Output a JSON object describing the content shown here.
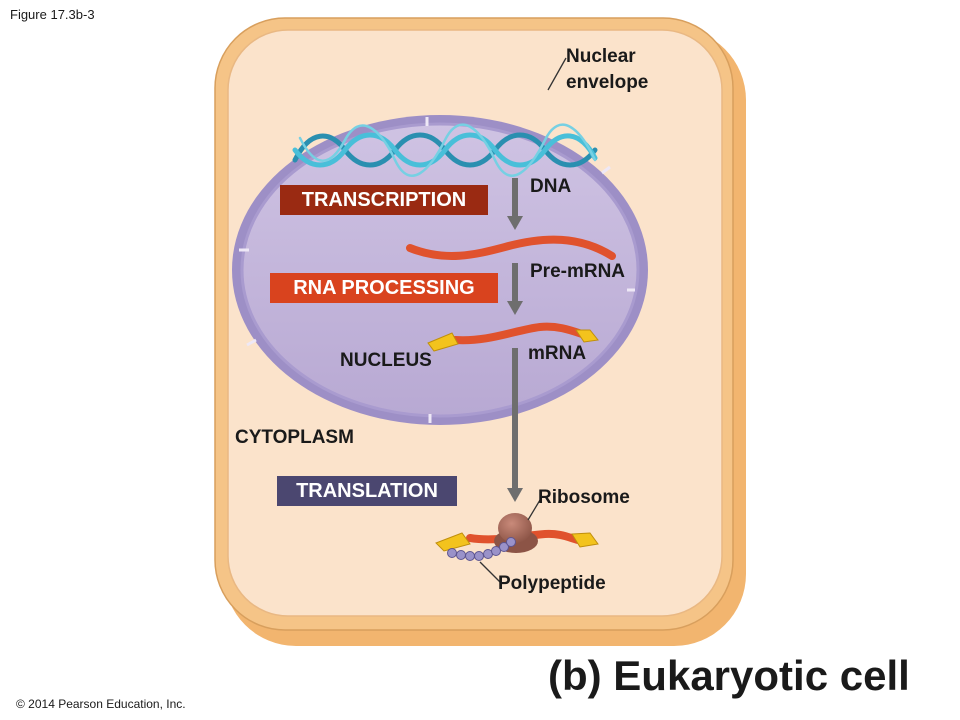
{
  "figure_label": "Figure 17.3b-3",
  "copyright": "© 2014 Pearson Education, Inc.",
  "caption": "(b) Eukaryotic cell",
  "labels": {
    "nuclear_envelope_line1": "Nuclear",
    "nuclear_envelope_line2": "envelope",
    "dna": "DNA",
    "pre_mrna": "Pre-mRNA",
    "mrna": "mRNA",
    "nucleus": "NUCLEUS",
    "cytoplasm": "CYTOPLASM",
    "ribosome": "Ribosome",
    "polypeptide": "Polypeptide"
  },
  "steps": {
    "transcription": "TRANSCRIPTION",
    "rna_processing": "RNA PROCESSING",
    "translation": "TRANSLATION"
  },
  "colors": {
    "cell_fill": "#fbe3cb",
    "cell_wall": "#f5c487",
    "nucleus_fill": "#c5b6da",
    "nuclear_envelope": "#8a7db8",
    "dna": "#2fa6c6",
    "rna": "#e0522d",
    "cap": "#f3c31d",
    "transcription_box": "#9a2a12",
    "rna_processing_box": "#d9431e",
    "translation_box": "#4b4770",
    "arrow": "#6e6e6e",
    "ribosome": "#a4695a",
    "amino_acid": "#9a92c9"
  }
}
